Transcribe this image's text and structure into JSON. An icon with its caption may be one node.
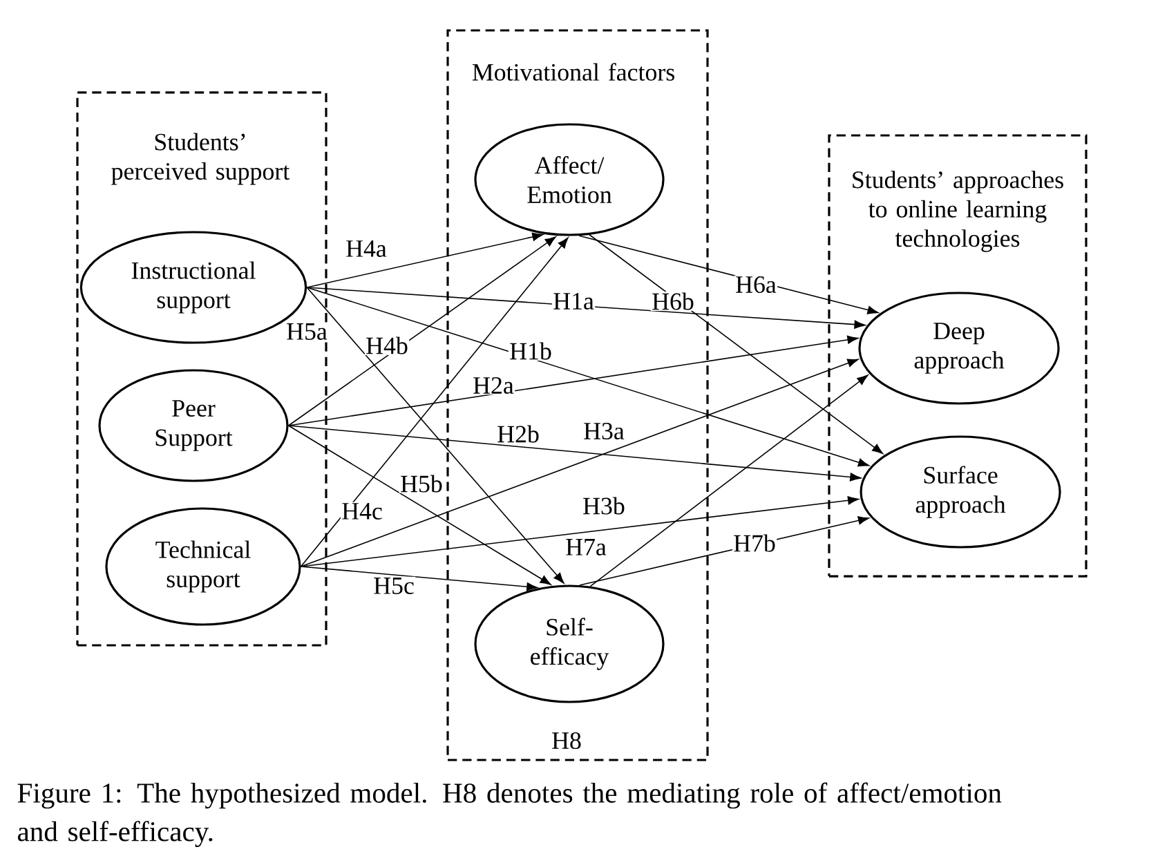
{
  "diagram": {
    "caption": "Figure 1: The hypothesized model. H8 denotes the mediating role of affect/emotion and self-efficacy.",
    "nodes": [
      {
        "text": [
          "Students’ perceived support"
        ]
      },
      {
        "text": [
          "Instructional support"
        ],
        "in": 0
      },
      {
        "text": [
          "Peer Support"
        ],
        "in": 0
      },
      {
        "text": [
          "Technical support"
        ],
        "in": 0
      },
      {
        "text": [
          "Motivational factors",
          "H8"
        ]
      },
      {
        "text": [
          "Affect/ Emotion"
        ],
        "in": 4
      },
      {
        "text": [
          "Self-efficacy"
        ],
        "in": 4
      },
      {
        "text": [
          "Students’ approaches to online learning technologies"
        ]
      },
      {
        "text": [
          "Deep approach"
        ],
        "in": 7
      },
      {
        "text": [
          "Surface approach"
        ],
        "in": 7
      }
    ],
    "edges": [
      {
        "from": 1,
        "to": 5,
        "arrow": "to",
        "label": "H4a"
      },
      {
        "from": 1,
        "to": 8,
        "arrow": "to",
        "label": "H1a"
      },
      {
        "from": 1,
        "to": 9,
        "arrow": "to",
        "label": "H1b"
      },
      {
        "from": 1,
        "to": 6,
        "arrow": "to",
        "label": "H5a"
      },
      {
        "from": 2,
        "to": 5,
        "arrow": "to",
        "label": "H4b"
      },
      {
        "from": 2,
        "to": 8,
        "arrow": "to",
        "label": "H2a"
      },
      {
        "from": 2,
        "to": 9,
        "arrow": "to",
        "label": "H2b"
      },
      {
        "from": 2,
        "to": 6,
        "arrow": "to",
        "label": "H5b"
      },
      {
        "from": 3,
        "to": 5,
        "arrow": "to",
        "label": "H4c"
      },
      {
        "from": 3,
        "to": 8,
        "arrow": "to",
        "label": "H3a"
      },
      {
        "from": 3,
        "to": 9,
        "arrow": "to",
        "label": "H3b"
      },
      {
        "from": 3,
        "to": 6,
        "arrow": "to",
        "label": "H5c"
      },
      {
        "from": 5,
        "to": 8,
        "arrow": "to",
        "label": "H6a"
      },
      {
        "from": 5,
        "to": 9,
        "arrow": "to",
        "label": "H6b"
      },
      {
        "from": 6,
        "to": 8,
        "arrow": "to",
        "label": "H7a"
      },
      {
        "from": 6,
        "to": 9,
        "arrow": "to",
        "label": "H7b"
      }
    ]
  }
}
